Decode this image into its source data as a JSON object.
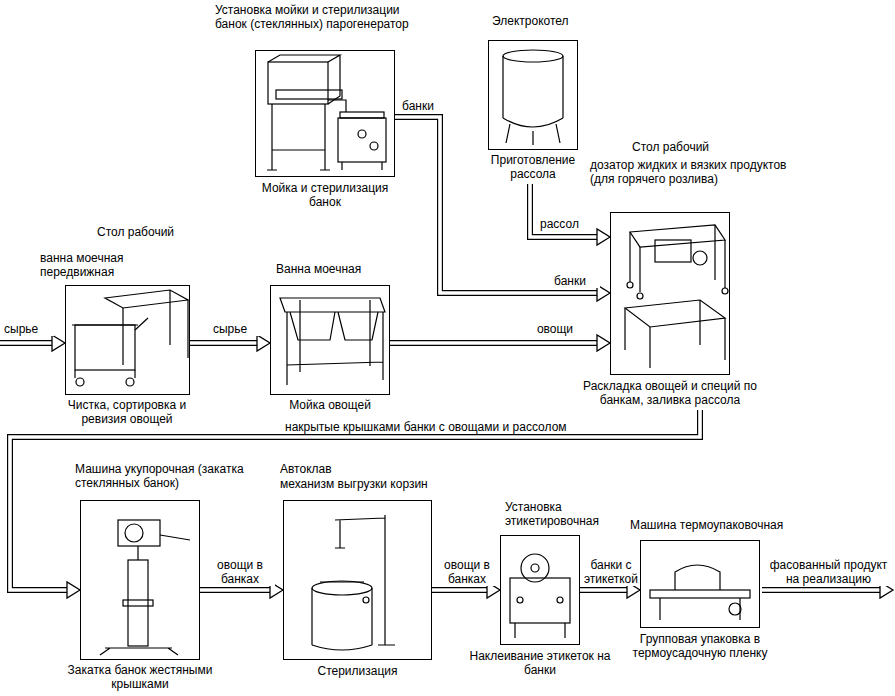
{
  "diagram": {
    "nodes": [
      {
        "text": [
          "Установка мойки и стерилизации банок (стеклянных) парогенератор",
          "Мойка и стерилизация банок"
        ]
      },
      {
        "text": [
          "Электрокотел",
          "Приготовление рассола"
        ]
      },
      {
        "text": [
          "Стол рабочий",
          "дозатор жидких и вязких продуктов (для горячего розлива)",
          "Раскладка овощей и специй по банкам, заливка рассола"
        ]
      },
      {
        "text": [
          "Стол рабочий",
          "ванна моечная передвижная",
          "Чистка, сортировка и ревизия овощей"
        ]
      },
      {
        "text": [
          "Ванна моечная",
          "Мойка овощей"
        ]
      },
      {
        "text": [
          "Машина укупорочная (закатка стеклянных банок)",
          "Закатка банок жестяными крышками"
        ]
      },
      {
        "text": [
          "Автоклав",
          "механизм выгрузки корзин",
          "Стерилизация"
        ]
      },
      {
        "text": [
          "Установка этикетировочная",
          "Наклеивание этикеток на банки"
        ]
      },
      {
        "text": [
          "Машина термоупаковочная",
          "Групповая упаковка в термоусадочную пленку"
        ]
      }
    ],
    "edges": [
      {
        "from": 3,
        "to": 4,
        "label": "сырье",
        "arrow": "to"
      },
      {
        "from": 4,
        "to": 2,
        "label": "овощи",
        "arrow": "to"
      },
      {
        "from": 0,
        "to": 2,
        "label": "банки",
        "arrow": "to"
      },
      {
        "from": 1,
        "to": 2,
        "label": "рассол",
        "arrow": "to"
      },
      {
        "from": 2,
        "to": 5,
        "label": "накрытые крышками банки с овощами и рассолом",
        "arrow": "to"
      },
      {
        "from": 5,
        "to": 6,
        "label": "овощи в банках",
        "arrow": "to"
      },
      {
        "from": 6,
        "to": 7,
        "label": "овощи в банках",
        "arrow": "to"
      },
      {
        "from": 7,
        "to": 8,
        "label": "банки с этикеткой",
        "arrow": "to"
      }
    ],
    "labels": [
      "сырье",
      "банки",
      "фасованный продукт на реализацию"
    ]
  }
}
